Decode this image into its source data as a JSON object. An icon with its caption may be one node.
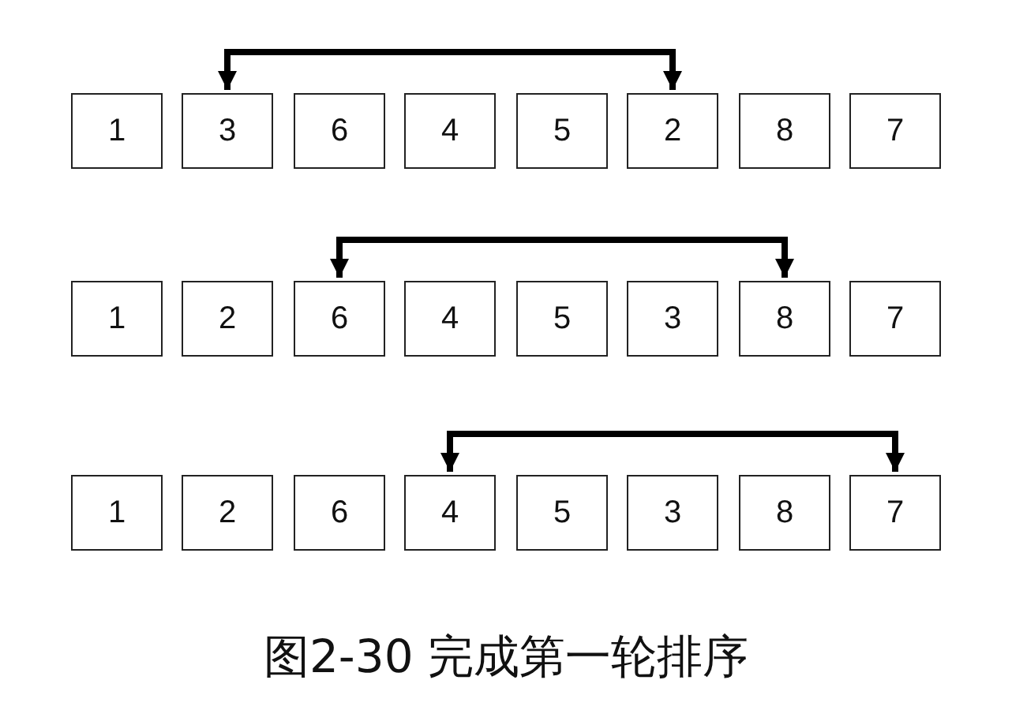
{
  "diagram": {
    "caption": "图2-30 完成第一轮排序",
    "nodes": [
      {
        "text": [
          "1"
        ]
      },
      {
        "text": [
          "3"
        ]
      },
      {
        "text": [
          "6"
        ]
      },
      {
        "text": [
          "4"
        ]
      },
      {
        "text": [
          "5"
        ]
      },
      {
        "text": [
          "2"
        ]
      },
      {
        "text": [
          "8"
        ]
      },
      {
        "text": [
          "7"
        ]
      },
      {
        "text": [
          "1"
        ]
      },
      {
        "text": [
          "2"
        ]
      },
      {
        "text": [
          "6"
        ]
      },
      {
        "text": [
          "4"
        ]
      },
      {
        "text": [
          "5"
        ]
      },
      {
        "text": [
          "3"
        ]
      },
      {
        "text": [
          "8"
        ]
      },
      {
        "text": [
          "7"
        ]
      },
      {
        "text": [
          "1"
        ]
      },
      {
        "text": [
          "2"
        ]
      },
      {
        "text": [
          "6"
        ]
      },
      {
        "text": [
          "4"
        ]
      },
      {
        "text": [
          "5"
        ]
      },
      {
        "text": [
          "3"
        ]
      },
      {
        "text": [
          "8"
        ]
      },
      {
        "text": [
          "7"
        ]
      }
    ],
    "edges": [
      {
        "from": 1,
        "to": 5,
        "arrow": "both"
      },
      {
        "from": 10,
        "to": 14,
        "arrow": "both"
      },
      {
        "from": 19,
        "to": 23,
        "arrow": "both"
      }
    ]
  }
}
